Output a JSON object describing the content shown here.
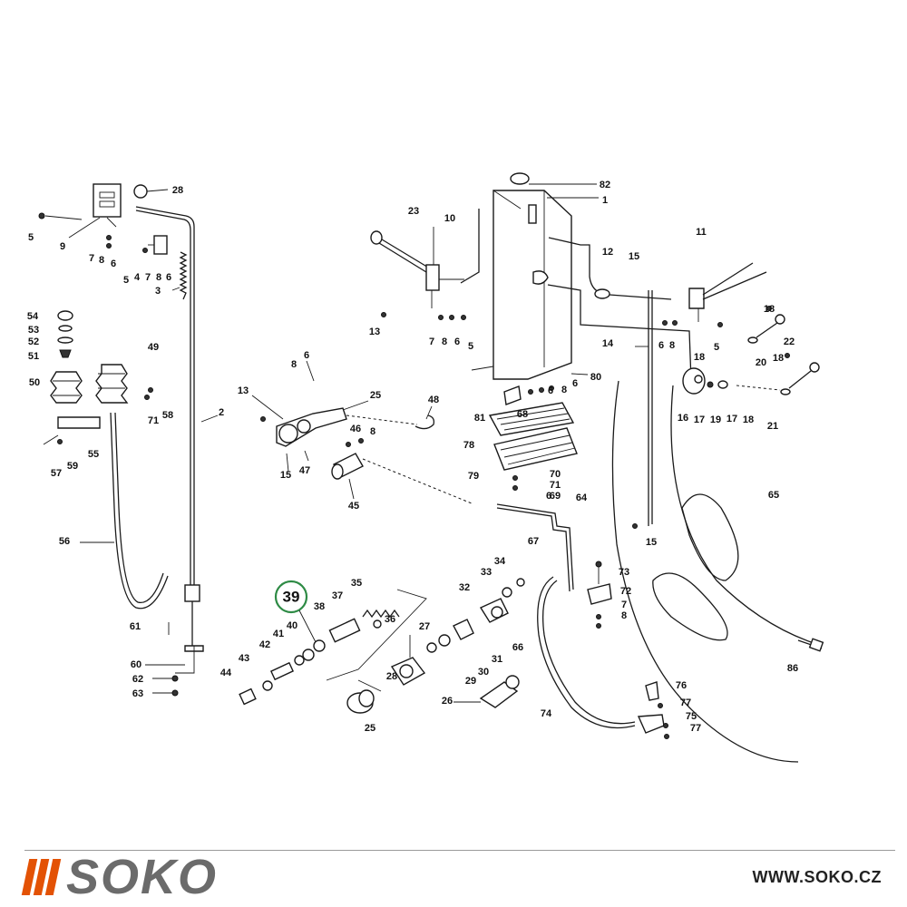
{
  "highlight": {
    "label": "39",
    "color": "#2e8b45"
  },
  "labels": [
    "1",
    "2",
    "3",
    "4",
    "5",
    "6",
    "7",
    "8",
    "9",
    "10",
    "11",
    "12",
    "13",
    "14",
    "15",
    "16",
    "17",
    "18",
    "19",
    "20",
    "21",
    "22",
    "23",
    "25",
    "26",
    "27",
    "28",
    "29",
    "30",
    "31",
    "32",
    "33",
    "34",
    "35",
    "36",
    "37",
    "38",
    "40",
    "41",
    "42",
    "43",
    "44",
    "45",
    "46",
    "47",
    "48",
    "49",
    "50",
    "51",
    "52",
    "53",
    "54",
    "55",
    "56",
    "57",
    "58",
    "59",
    "60",
    "61",
    "62",
    "63",
    "64",
    "65",
    "66",
    "67",
    "68",
    "69",
    "70",
    "71",
    "72",
    "73",
    "74",
    "75",
    "76",
    "77",
    "78",
    "79",
    "80",
    "81",
    "82",
    "86"
  ],
  "brand": {
    "name": "SOKO",
    "accent_color": "#e35205",
    "text_color": "#6b6b6b"
  },
  "website": "WWW.SOKO.CZ"
}
